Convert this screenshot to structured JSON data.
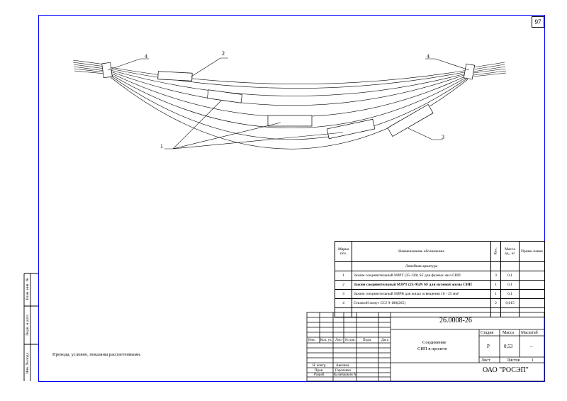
{
  "sheet_number": "97",
  "callouts": [
    "1",
    "2",
    "3",
    "4",
    "4"
  ],
  "spec_table": {
    "headers": [
      "Марка поз.",
      "Наименование обозначение",
      "Кол.",
      "Масса ед., кг",
      "Приме-чание"
    ],
    "section": "Линейная арматура",
    "rows": [
      {
        "pos": "1",
        "name": "Зажим соединительный MJPT (35-120) SF для фазных жил СИП",
        "qty": "3",
        "mass": "0,1",
        "note": ""
      },
      {
        "pos": "2",
        "name": "Зажим соединительный MJPT (25-95)N SF для нулевой жилы СИП",
        "qty": "1",
        "mass": "0,1",
        "note": ""
      },
      {
        "pos": "3",
        "name": "Зажим соединительный MJPB для жилы освещения 16 - 25 мм²",
        "qty": "1",
        "mass": "0,1",
        "note": ""
      },
      {
        "pos": "4",
        "name": "Стяжной хомут CCJ 9-180(265)",
        "qty": "2",
        "mass": "0,015",
        "note": ""
      }
    ]
  },
  "title_block": {
    "doc_code": "26.0008-26",
    "title_line1": "Соединение",
    "title_line2": "СИП в пролете",
    "col_headers": [
      "Изм.",
      "Кол. уч.",
      "Лист",
      "№ док.",
      "Подп.",
      "Дата"
    ],
    "roles": [
      "Н. контр.",
      "Пров.",
      "Разраб."
    ],
    "names": [
      "Авелина",
      "Гороленко",
      "Калабашкин А."
    ],
    "stage_label": "Стадия",
    "mass_label": "Масса",
    "scale_label": "Масштаб",
    "stage": "Р",
    "mass": "0,53",
    "scale": "–",
    "sheet_label": "Лист",
    "sheets_label": "Листов",
    "sheets_count": "1",
    "company": "ОАО \"РОСЭП\""
  },
  "side_stamp": {
    "labels": [
      "Взам. инв. №",
      "Подп. и дата",
      "Инв. № подл."
    ]
  },
  "note": "Провода, условно, показаны расплетенными."
}
